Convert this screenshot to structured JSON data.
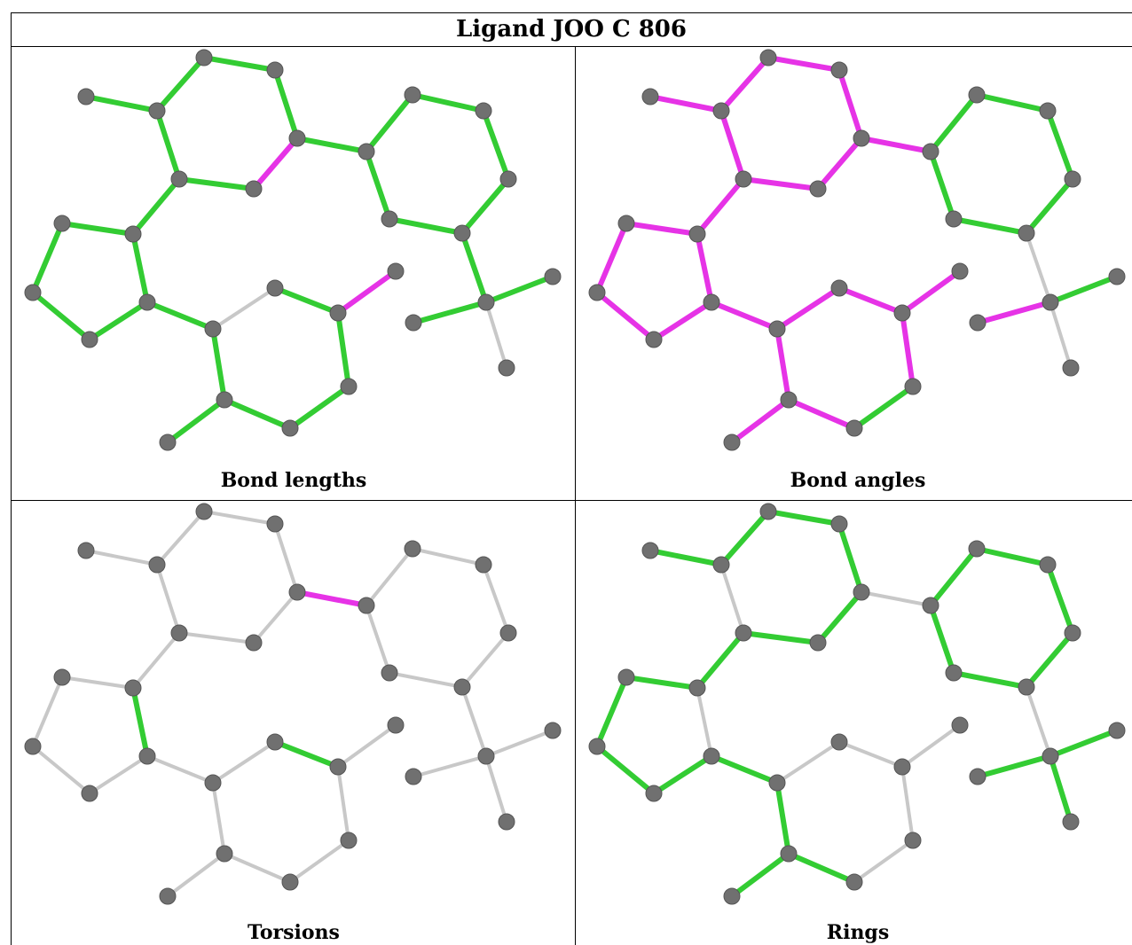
{
  "title": "Ligand JOO C 806",
  "colors": {
    "green": "#33cc33",
    "magenta": "#e633e6",
    "gray": "#c8c8c8",
    "atom": "#707070"
  },
  "panels": [
    {
      "caption": "Bond lengths",
      "bond_colors": [
        "green",
        "green",
        "green",
        "green",
        "magenta",
        "green",
        "green",
        "green",
        "green",
        "green",
        "green",
        "green",
        "green",
        "green",
        "green",
        "green",
        "gray",
        "green",
        "green",
        "green",
        "green",
        "green",
        "green",
        "green",
        "green",
        "gray",
        "green",
        "magenta",
        "green",
        "green"
      ]
    },
    {
      "caption": "Bond angles",
      "bond_colors": [
        "magenta",
        "magenta",
        "magenta",
        "magenta",
        "magenta",
        "magenta",
        "magenta",
        "magenta",
        "green",
        "green",
        "green",
        "green",
        "green",
        "green",
        "gray",
        "green",
        "gray",
        "magenta",
        "magenta",
        "magenta",
        "magenta",
        "magenta",
        "magenta",
        "magenta",
        "magenta",
        "magenta",
        "magenta",
        "magenta",
        "magenta",
        "green"
      ]
    },
    {
      "caption": "Torsions",
      "bond_colors": [
        "gray",
        "gray",
        "gray",
        "gray",
        "gray",
        "gray",
        "gray",
        "magenta",
        "gray",
        "gray",
        "gray",
        "gray",
        "gray",
        "gray",
        "gray",
        "gray",
        "gray",
        "gray",
        "gray",
        "gray",
        "gray",
        "gray",
        "gray",
        "green",
        "gray",
        "gray",
        "green",
        "gray",
        "gray",
        "gray"
      ]
    },
    {
      "caption": "Rings",
      "bond_colors": [
        "green",
        "green",
        "green",
        "green",
        "green",
        "green",
        "gray",
        "gray",
        "green",
        "green",
        "green",
        "green",
        "green",
        "green",
        "gray",
        "green",
        "green",
        "green",
        "green",
        "green",
        "green",
        "green",
        "green",
        "gray",
        "green",
        "gray",
        "gray",
        "gray",
        "gray",
        "gray"
      ]
    }
  ]
}
